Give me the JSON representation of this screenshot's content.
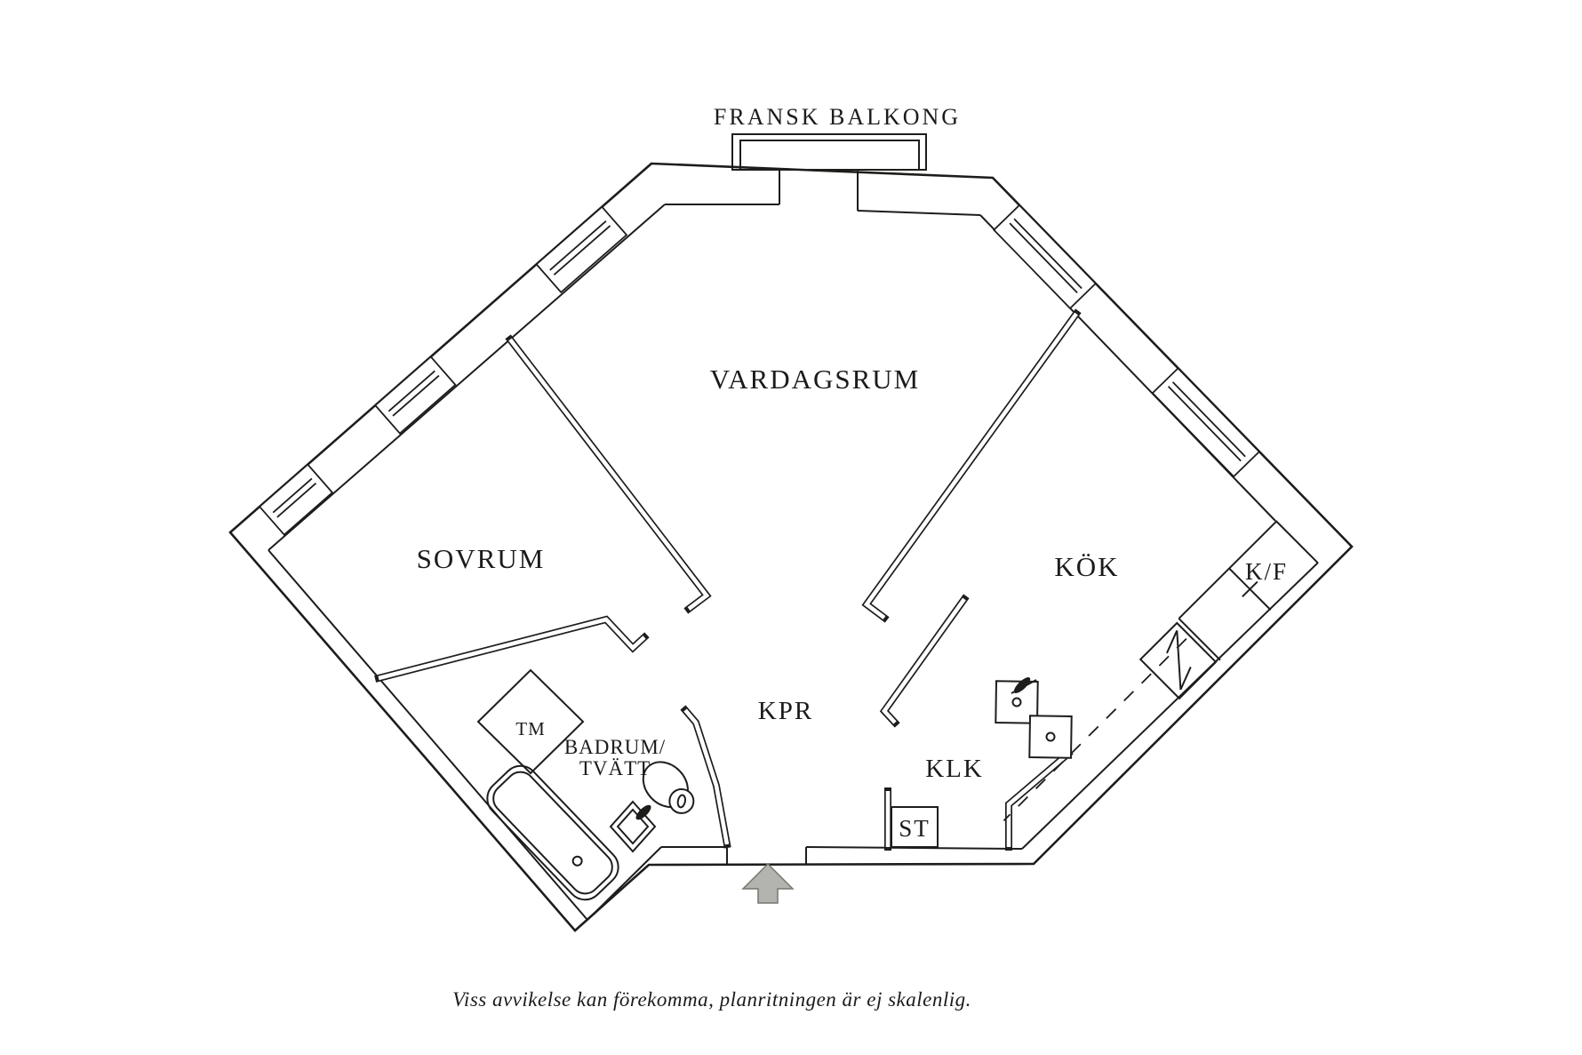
{
  "document": {
    "type": "apartment-floor-plan"
  },
  "rooms": {
    "french_balcony": "FRANSK BALKONG",
    "living_room": "VARDAGSRUM",
    "bedroom": "SOVRUM",
    "kitchen": "KÖK",
    "fridge_freezer": "K/F",
    "corridor": "KPR",
    "walk_in_closet": "KLK",
    "cleaning_cupboard": "ST",
    "washing_machine": "TM",
    "bathroom_line1": "BADRUM/",
    "bathroom_line2": "TVÄTT"
  },
  "footer": {
    "disclaimer": "Viss avvikelse kan förekomma, planritningen är ej skalenlig."
  },
  "colors": {
    "line": "#1d1d1b",
    "background": "#ffffff",
    "arrow_fill": "#b3b3b0",
    "arrow_outline": "#76766f"
  },
  "icons": {
    "entrance_arrow": "block-arrow-up"
  }
}
